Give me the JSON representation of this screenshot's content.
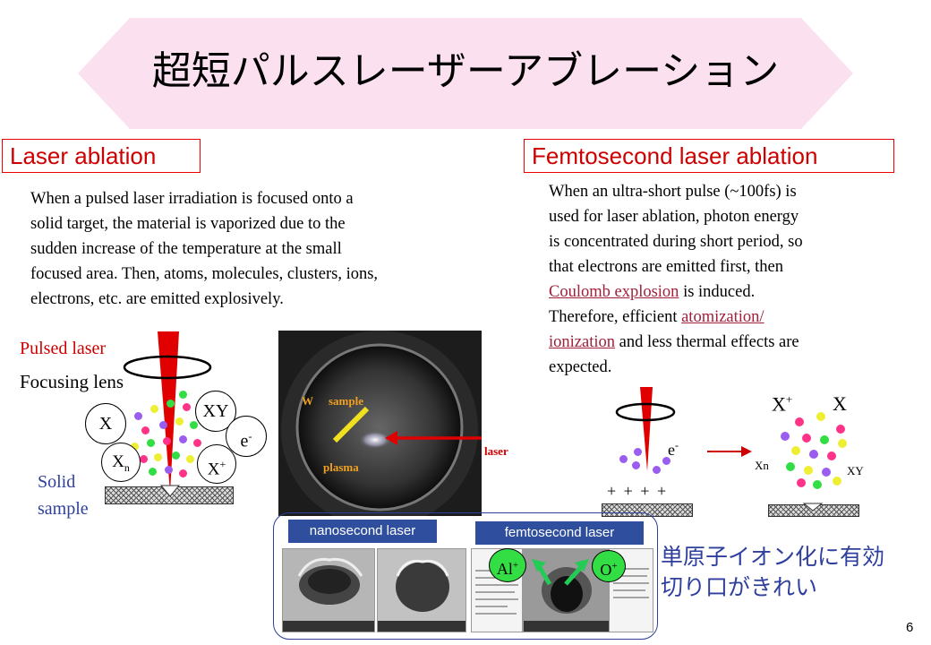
{
  "slide": {
    "title": "超短パルスレーザーアブレーション",
    "page_number": "6"
  },
  "left": {
    "heading": "Laser ablation",
    "body": [
      "When a pulsed laser irradiation is focused onto a",
      "solid target, the material is vaporized due to the",
      "sudden increase of the temperature at the small",
      "focused area.  Then, atoms, molecules, clusters, ions,",
      "electrons, etc. are emitted explosively."
    ],
    "pulsed_laser": "Pulsed laser",
    "focusing_lens": "Focusing lens",
    "solid": "Solid",
    "sample": "sample",
    "ion_x": "X",
    "ion_xy": "XY",
    "ion_e": "e",
    "ion_e_sup": "-",
    "ion_xn": "X",
    "ion_xn_sub": "n",
    "ion_xp": "X",
    "ion_xp_sup": "+"
  },
  "photo": {
    "w_label": "W",
    "sample_label": "sample",
    "plasma_label": "plasma",
    "laser_label": "laser"
  },
  "right": {
    "heading": "Femtosecond laser ablation",
    "body_1": "When an ultra-short pulse (~100fs) is",
    "body_2": "used for laser ablation, photon energy",
    "body_3": "is concentrated during short period, so",
    "body_4": "that electrons are emitted first, then",
    "coulomb": "Coulomb explosion",
    "body_5_rest": " is induced.",
    "body_6_pre": "Therefore, efficient ",
    "atomization": "atomization/",
    "ionization": "ionization",
    "body_7_rest": " and less thermal effects are",
    "body_8": "expected.",
    "e_label": "e",
    "e_sup": "-",
    "plus_row": "+ + + +",
    "xp_label": "X",
    "xp_sup": "+",
    "x_label": "X",
    "xn_label": "Xn",
    "xy_label": "XY"
  },
  "bottom": {
    "nano_label": "nanosecond laser",
    "femto_label": "femtosecond laser",
    "al_label": "Al",
    "al_sup": "+",
    "o_label": "O",
    "o_sup": "+",
    "note_line1": "単原子イオン化に有効",
    "note_line2": "切り口がきれい"
  },
  "colors": {
    "banner": "#fbe0f0",
    "heading_border": "#e00000",
    "laser_red": "#e00000",
    "link": "#a0203a",
    "blue_text": "#2f3f9e",
    "ion_green": "#33dd44"
  }
}
